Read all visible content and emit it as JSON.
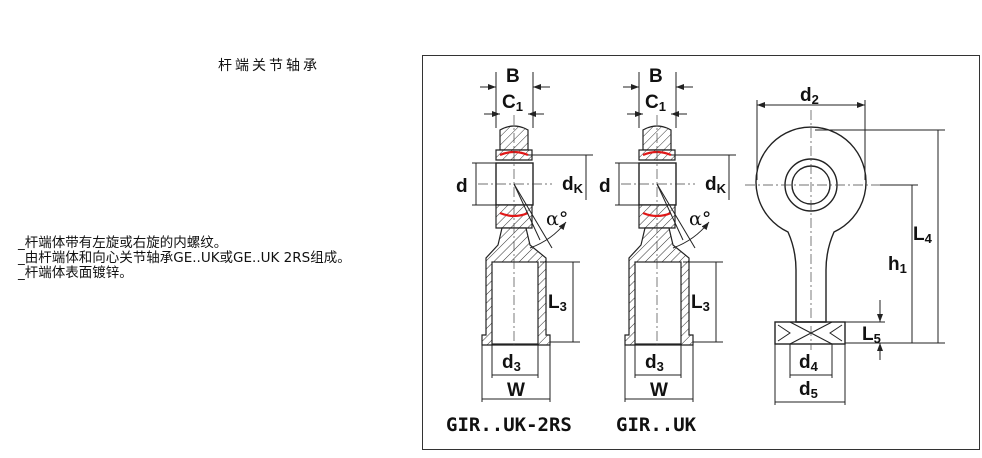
{
  "title": "杆端关节轴承",
  "notes": [
    "_杆端体带有左旋或右旋的内螺纹。",
    "_由杆端体和向心关节轴承GE..UK或GE..UK 2RS组成。",
    "_杆端体表面镀锌。"
  ],
  "drawing": {
    "views": [
      {
        "model": "GIR..UK-2RS",
        "B": "B",
        "C1": {
          "main": "C",
          "sub": "1"
        },
        "d": "d",
        "dK": {
          "main": "d",
          "sub": "K"
        },
        "alpha": "α°",
        "L3": {
          "main": "L",
          "sub": "3"
        },
        "d3": {
          "main": "d",
          "sub": "3"
        },
        "W": "W"
      },
      {
        "model": "GIR..UK",
        "B": "B",
        "C1": {
          "main": "C",
          "sub": "1"
        },
        "d": "d",
        "dK": {
          "main": "d",
          "sub": "K"
        },
        "alpha": "α°",
        "L3": {
          "main": "L",
          "sub": "3"
        },
        "d3": {
          "main": "d",
          "sub": "3"
        },
        "W": "W"
      }
    ],
    "side": {
      "d2": {
        "main": "d",
        "sub": "2"
      },
      "L4": {
        "main": "L",
        "sub": "4"
      },
      "h1": {
        "main": "h",
        "sub": "1"
      },
      "L5": {
        "main": "L",
        "sub": "5"
      },
      "d4": {
        "main": "d",
        "sub": "4"
      },
      "d5": {
        "main": "d",
        "sub": "5"
      }
    },
    "colors": {
      "seal": "#e01818",
      "line": "#222222"
    }
  }
}
